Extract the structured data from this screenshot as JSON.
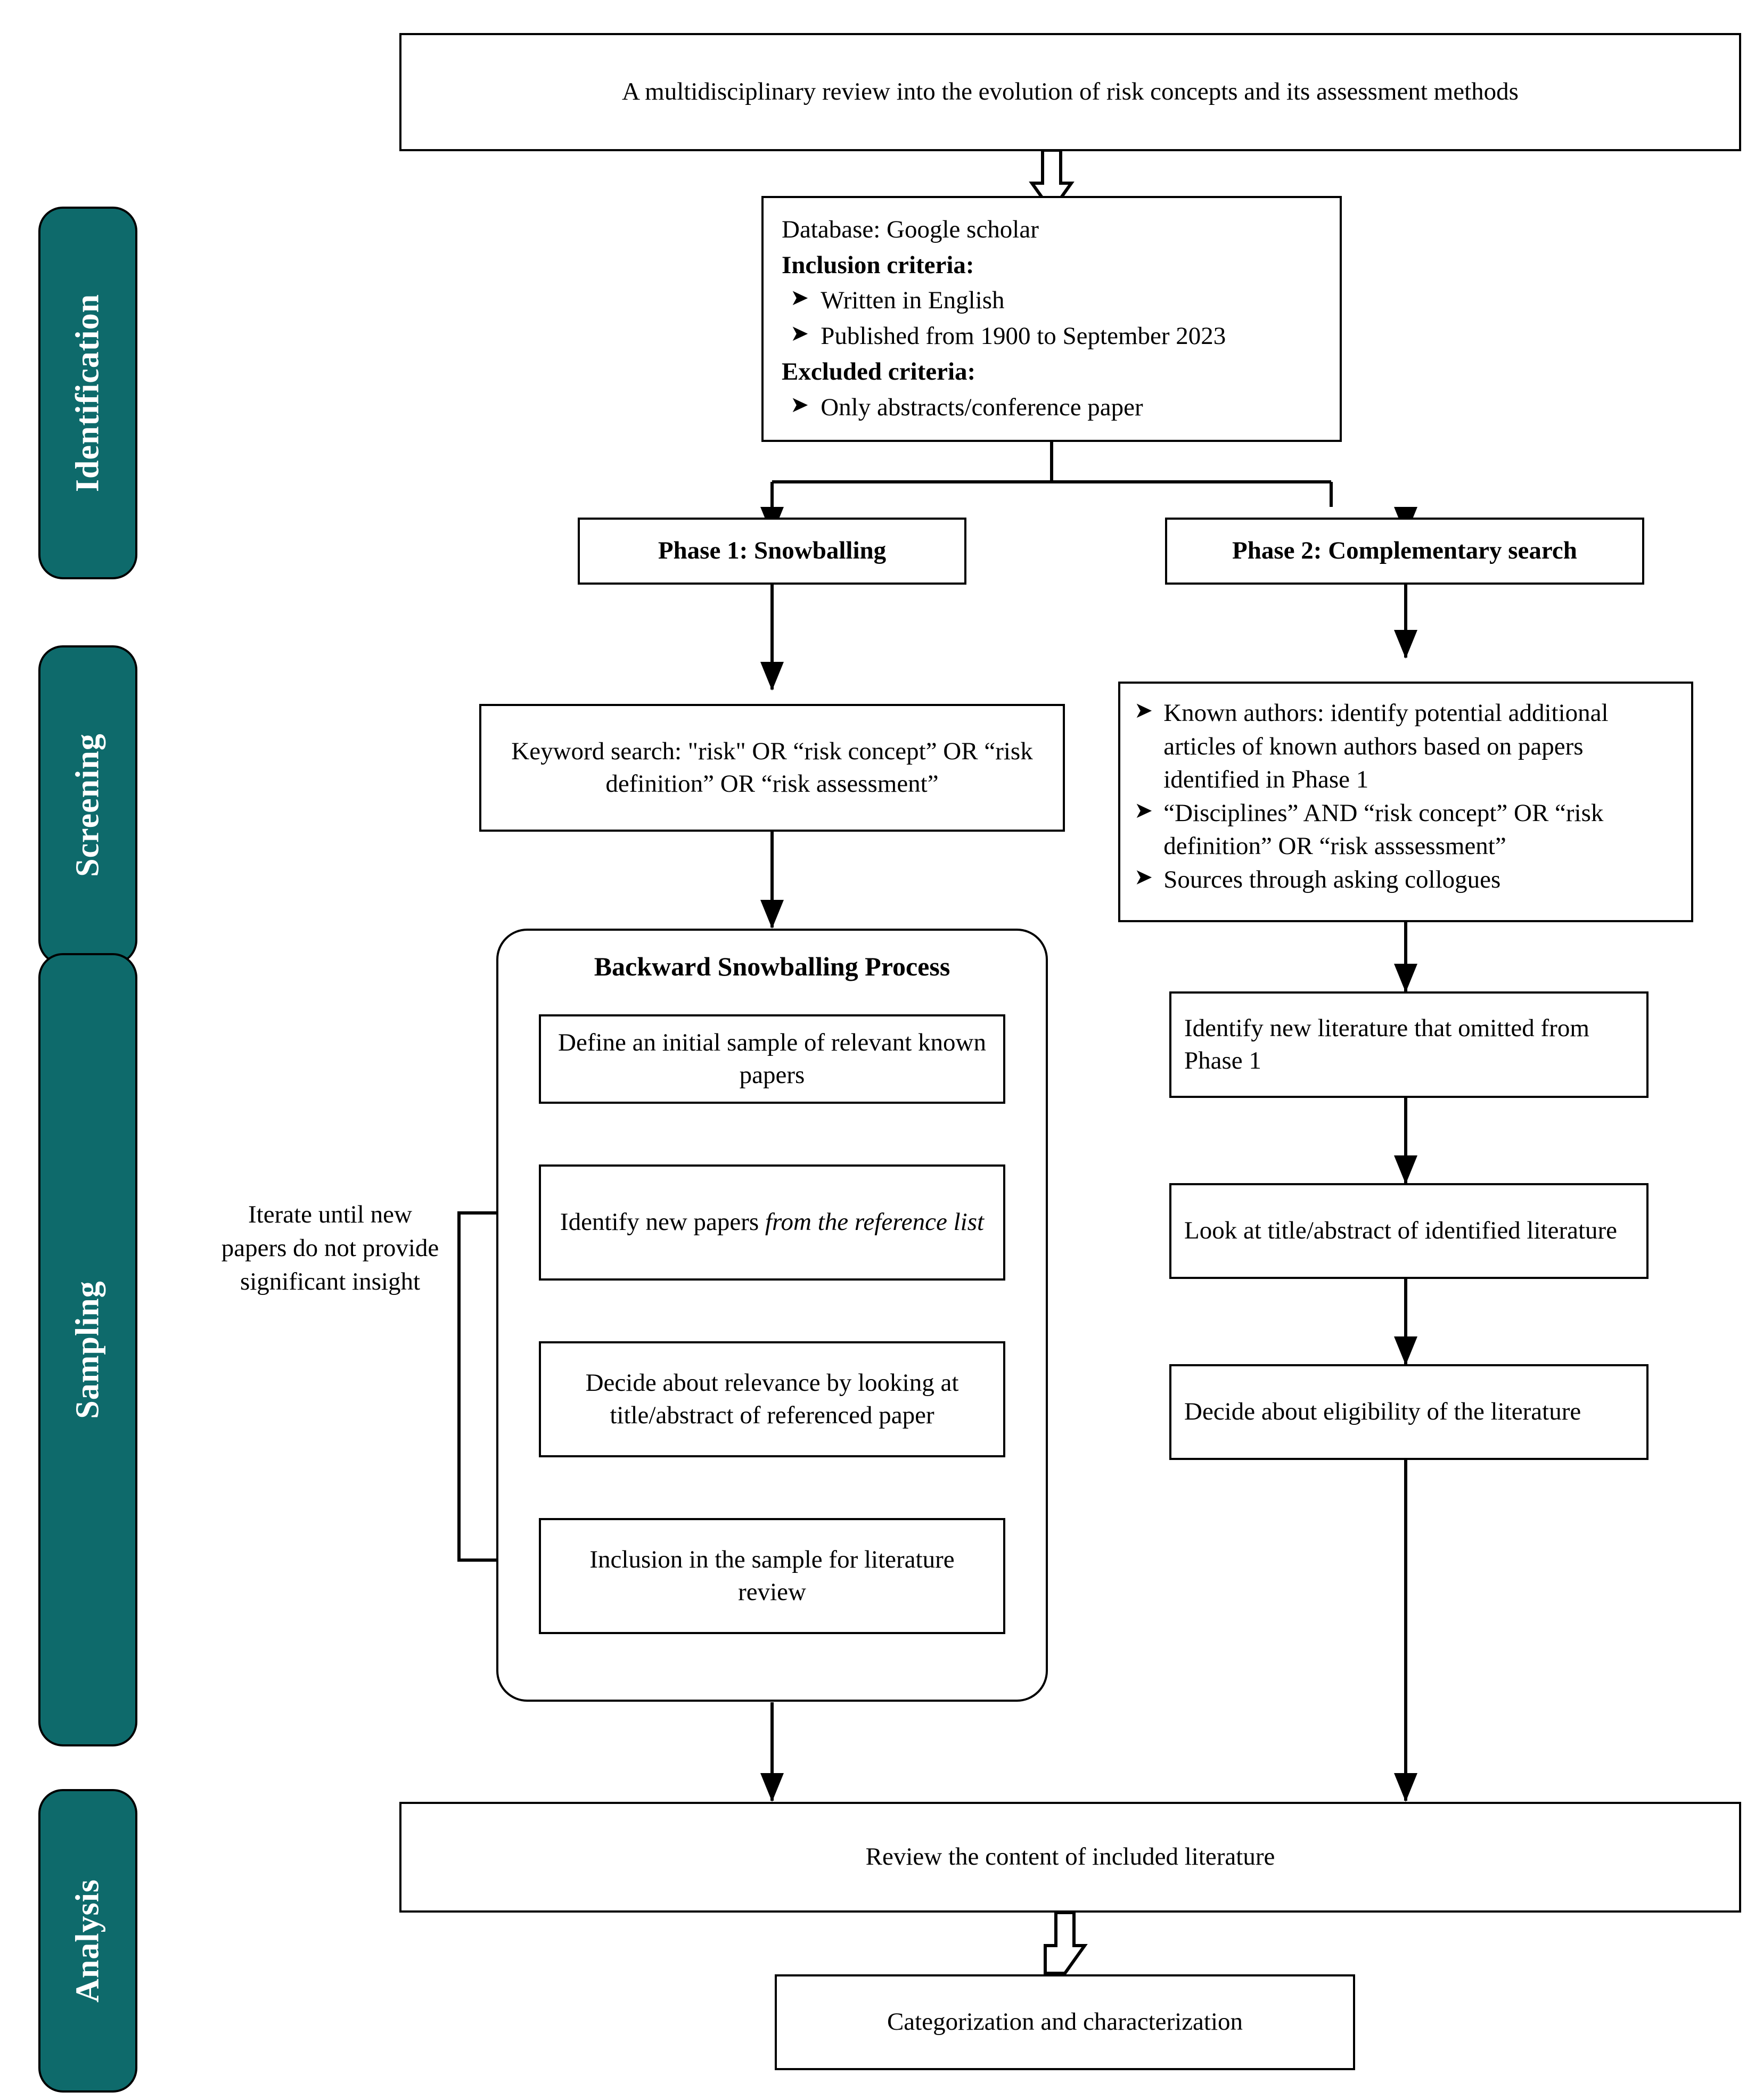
{
  "diagram": {
    "title_box": {
      "text": "A multidisciplinary review into the evolution of risk concepts and its assessment methods"
    },
    "stages": [
      {
        "name": "identification",
        "label": "Identification"
      },
      {
        "name": "screening",
        "label": "Screening"
      },
      {
        "name": "sampling",
        "label": "Sampling"
      },
      {
        "name": "analysis",
        "label": "Analysis"
      }
    ],
    "criteria_box": {
      "database_line": "Database: Google scholar",
      "inclusion_heading": "Inclusion criteria:",
      "inclusion_items": [
        "Written in English",
        "Published from 1900 to September 2023"
      ],
      "excluded_heading": "Excluded criteria:",
      "excluded_items": [
        "Only abstracts/conference paper"
      ],
      "bullet_glyph": "➤"
    },
    "phase1": {
      "header": "Phase 1: Snowballing",
      "keyword_search": "Keyword search: \"risk\" OR “risk concept” OR “risk definition” OR “risk assessment”",
      "snowball_title": "Backward Snowballing Process",
      "steps": [
        "Define an initial sample of relevant known papers",
        "Identify new papers ",
        "Decide about relevance by looking at title/abstract of referenced paper",
        "Inclusion in the sample for literature review"
      ],
      "step2_italic_part": "from the reference list",
      "iterate_note": "Iterate until new papers do not provide significant insight"
    },
    "phase2": {
      "header": "Phase 2: Complementary search",
      "search_items": [
        "Known authors: identify potential additional articles of known authors based on papers identified in Phase 1",
        " “Disciplines” AND “risk concept” OR “risk definition” OR “risk asssessment”",
        "Sources through asking collogues"
      ],
      "bullet_glyph": "➤",
      "steps": [
        "Identify new literature that omitted from Phase 1",
        "Look at title/abstract of identified literature",
        "Decide about eligibility of the literature"
      ]
    },
    "analysis": {
      "review_box": "Review the content of included literature",
      "final_box": "Categorization and characterization"
    },
    "colors": {
      "stage_fill": "#0E6A6B",
      "stage_text": "#FFFFFF",
      "line": "#000000",
      "box_fill": "#FFFFFF"
    }
  }
}
